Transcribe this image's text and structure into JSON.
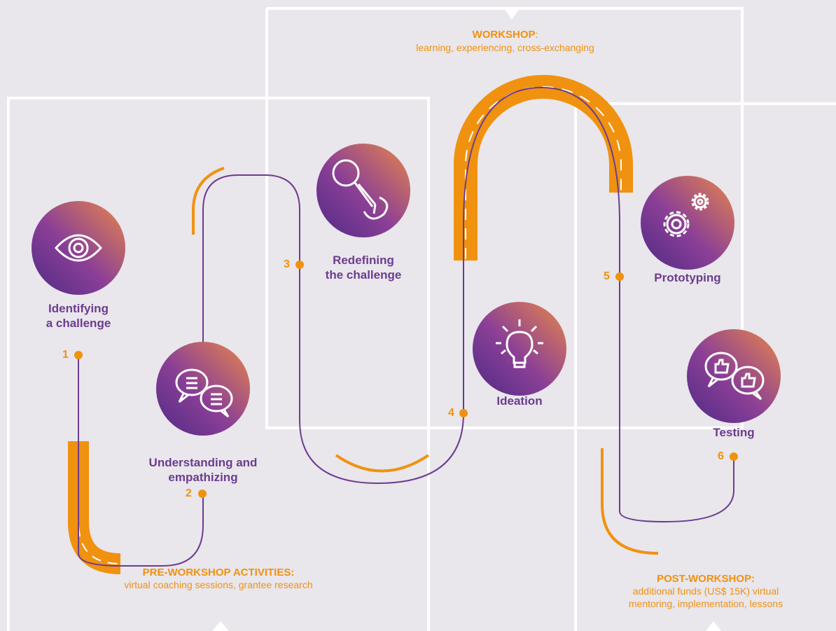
{
  "colors": {
    "background": "#e9e6ec",
    "frame": "#ffffff",
    "road": "#f0920f",
    "path_line": "#6c3c8e",
    "text_purple": "#6c3c8e",
    "text_orange": "#f0920f",
    "circle_gradient": [
      "#e0864a",
      "#8a3f96",
      "#5a2b86"
    ]
  },
  "stages": {
    "pre": {
      "title": "PRE-WORKSHOP ACTIVITIES:",
      "desc": "virtual coaching sessions, grantee research"
    },
    "workshop": {
      "title": "WORKSHOP",
      "title_suffix": ":",
      "desc": "learning, experiencing, cross-exchanging"
    },
    "post": {
      "title": "POST-WORKSHOP:",
      "desc_line1": "additional funds (US$ 15K) virtual",
      "desc_line2": "mentoring, implementation, lessons"
    }
  },
  "steps": [
    {
      "num": "1",
      "label_line1": "Identifying",
      "label_line2": "a challenge",
      "icon": "eye-icon"
    },
    {
      "num": "2",
      "label_line1": "Understanding and",
      "label_line2": "empathizing",
      "icon": "speech-bubbles-icon"
    },
    {
      "num": "3",
      "label_line1": "Redefining",
      "label_line2": "the challenge",
      "icon": "magnifier-icon"
    },
    {
      "num": "4",
      "label_line1": "Ideation",
      "label_line2": "",
      "icon": "lightbulb-icon"
    },
    {
      "num": "5",
      "label_line1": "Prototyping",
      "label_line2": "",
      "icon": "gears-icon"
    },
    {
      "num": "6",
      "label_line1": "Testing",
      "label_line2": "",
      "icon": "thumbs-up-bubbles-icon"
    }
  ]
}
